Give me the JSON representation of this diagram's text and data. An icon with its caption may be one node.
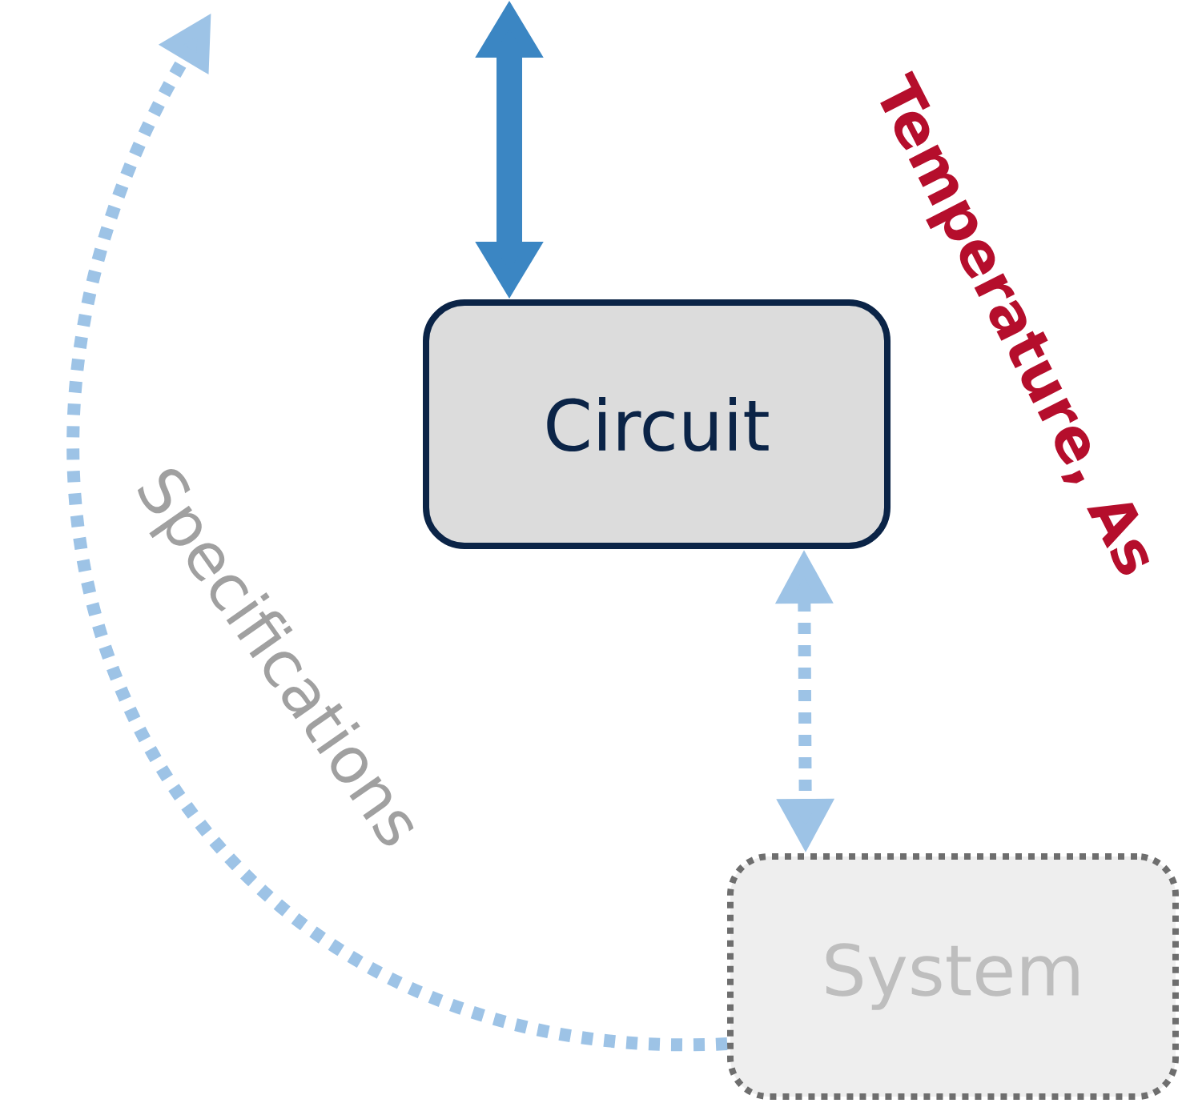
{
  "diagram": {
    "nodes": [
      {
        "text": [
          "Circuit"
        ]
      },
      {
        "text": [
          "System"
        ]
      }
    ],
    "edges": [
      {
        "from": null,
        "to": 0,
        "arrow": "both",
        "style": "thick",
        "color": "#3b86c3"
      },
      {
        "from": 0,
        "to": 1,
        "arrow": "both",
        "style": "dashed",
        "color": "#9dc3e6"
      },
      {
        "from": 1,
        "to": null,
        "arrow": "to",
        "style": "dashed",
        "color": "#9dc3e6",
        "label": "Specifications"
      }
    ],
    "labels": [
      "Temperature, As"
    ]
  }
}
